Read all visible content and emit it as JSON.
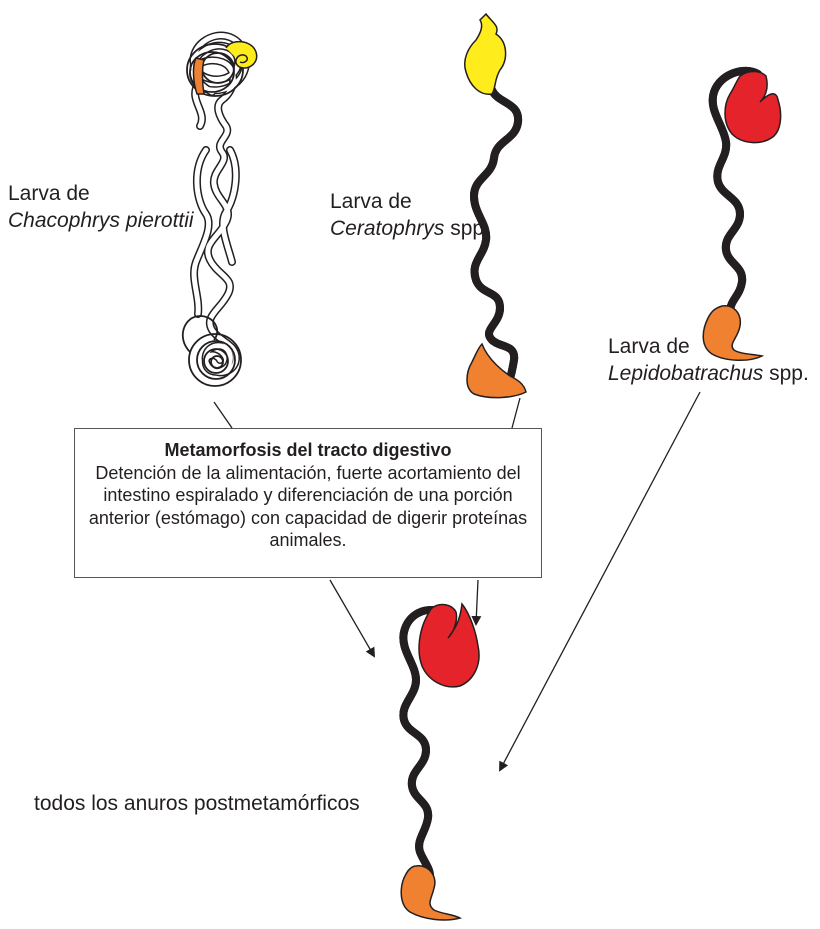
{
  "labels": {
    "chacophrys": {
      "prefix": "Larva de",
      "species": "Chacophrys pierottii"
    },
    "ceratophrys": {
      "prefix": "Larva de",
      "species": "Ceratophrys",
      "suffix": " spp"
    },
    "lepidobatrachus": {
      "prefix": "Larva de",
      "species": "Lepidobatrachus",
      "suffix": " spp."
    },
    "adult": "todos los anuros postmetamórficos"
  },
  "box": {
    "title": "Metamorfosis del tracto digestivo",
    "body": "Detención de la alimentación, fuerte acortamiento del intestino espiralado y diferenciación de una porción anterior (estómago) con capacidad de digerir proteínas animales."
  },
  "colors": {
    "stomach_red": "#e5232b",
    "hindgut_orange": "#f08130",
    "foregut_yellow": "#ffec1c",
    "outline": "#231f20"
  }
}
